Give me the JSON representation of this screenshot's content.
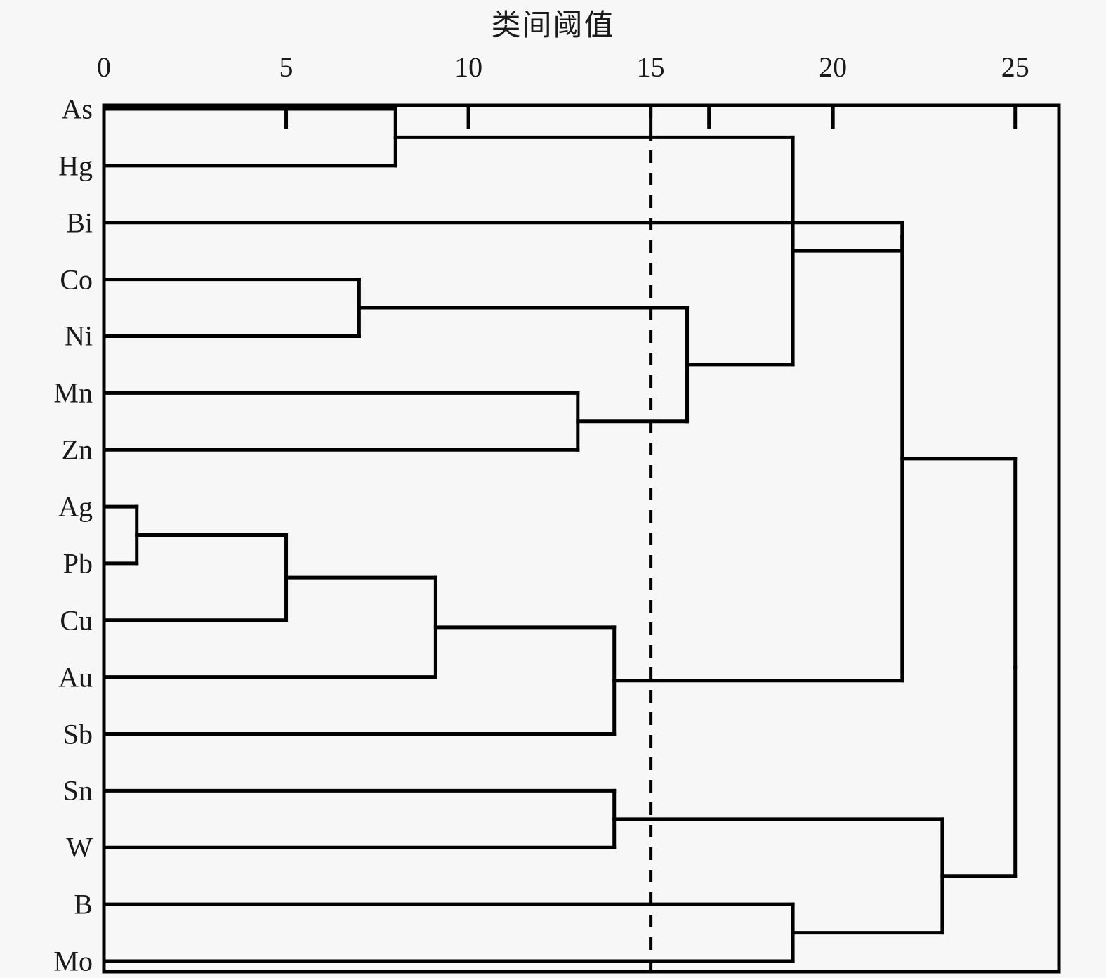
{
  "chart_data": {
    "type": "dendrogram",
    "title": "类间阈值",
    "xlabel": "",
    "ylabel": "",
    "xlim": [
      0,
      26.2
    ],
    "xticks": [
      0,
      5,
      10,
      15,
      20,
      25
    ],
    "xtick_labels": [
      "0",
      "5",
      "10",
      "15",
      "20",
      "25"
    ],
    "minor_xticks": [
      16.6
    ],
    "grid": false,
    "legend": null,
    "orientation": "horizontal-left-to-right",
    "leaves": [
      "As",
      "Hg",
      "Bi",
      "Co",
      "Ni",
      "Mn",
      "Zn",
      "Ag",
      "Pb",
      "Cu",
      "Au",
      "Sb",
      "Sn",
      "W",
      "B",
      "Mo"
    ],
    "threshold_line": {
      "value": 15,
      "style": "dashed",
      "color": "#000000"
    },
    "merges": [
      {
        "id": "n1",
        "left": "Ag",
        "right": "Pb",
        "distance": 0.9
      },
      {
        "id": "n2",
        "left": "n1",
        "right": "Cu",
        "distance": 5.0
      },
      {
        "id": "n3",
        "left": "Co",
        "right": "Ni",
        "distance": 7.0
      },
      {
        "id": "n4",
        "left": "As",
        "right": "Hg",
        "distance": 8.0
      },
      {
        "id": "n5",
        "left": "n2",
        "right": "Au",
        "distance": 9.1
      },
      {
        "id": "n6",
        "left": "Mn",
        "right": "Zn",
        "distance": 13.0
      },
      {
        "id": "n7",
        "left": "n5",
        "right": "Sb",
        "distance": 14.0
      },
      {
        "id": "n8",
        "left": "Sn",
        "right": "W",
        "distance": 14.0
      },
      {
        "id": "n9",
        "left": "n3",
        "right": "n6",
        "distance": 16.0
      },
      {
        "id": "n10",
        "left": "B",
        "right": "Mo",
        "distance": 18.9
      },
      {
        "id": "n11",
        "left": "n4",
        "right": "n9",
        "distance": 18.9
      },
      {
        "id": "n12",
        "left": "n11",
        "right": "Bi",
        "distance": 21.9
      },
      {
        "id": "n13",
        "left": "n8",
        "right": "n10",
        "distance": 23.0
      },
      {
        "id": "n14",
        "left": "n12",
        "right": "n7",
        "distance": 21.9
      },
      {
        "id": "n15",
        "left": "n14",
        "right": "n13",
        "distance": 25.0
      }
    ]
  },
  "colors": {
    "background": "#f7f7f7",
    "line": "#000000",
    "text": "#1a1a1a"
  }
}
